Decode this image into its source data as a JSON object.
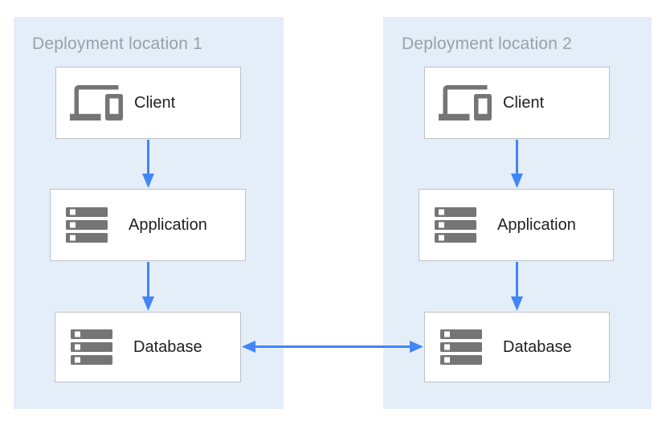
{
  "diagram": {
    "zones": [
      {
        "title": "Deployment location 1",
        "nodes": [
          {
            "label": "Client",
            "icon": "devices-icon"
          },
          {
            "label": "Application",
            "icon": "server-stack-icon"
          },
          {
            "label": "Database",
            "icon": "server-stack-icon"
          }
        ]
      },
      {
        "title": "Deployment location 2",
        "nodes": [
          {
            "label": "Client",
            "icon": "devices-icon"
          },
          {
            "label": "Application",
            "icon": "server-stack-icon"
          },
          {
            "label": "Database",
            "icon": "server-stack-icon"
          }
        ]
      }
    ],
    "connections": [
      {
        "from": "client-1",
        "to": "application-1",
        "type": "arrow"
      },
      {
        "from": "application-1",
        "to": "database-1",
        "type": "arrow"
      },
      {
        "from": "client-2",
        "to": "application-2",
        "type": "arrow"
      },
      {
        "from": "application-2",
        "to": "database-2",
        "type": "arrow"
      },
      {
        "from": "database-1",
        "to": "database-2",
        "type": "double-arrow"
      }
    ],
    "colors": {
      "zone_bg": "#e4eef9",
      "node_bg": "#ffffff",
      "node_border": "#bdc1c6",
      "arrow": "#4285f4",
      "icon": "#757575",
      "title_text": "#9aa0a6",
      "label_text": "#212121"
    }
  }
}
